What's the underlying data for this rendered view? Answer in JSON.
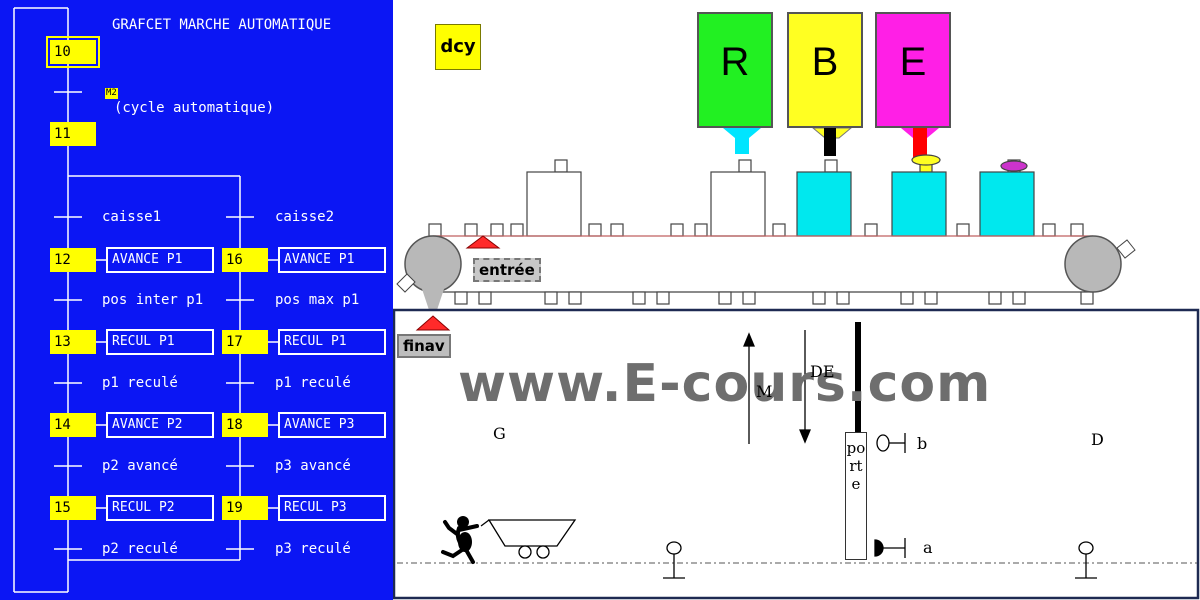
{
  "grafcet": {
    "title": "GRAFCET MARCHE AUTOMATIQUE",
    "initial_step": "10",
    "transition_0": {
      "tag": "M2",
      "label": "(cycle automatique)"
    },
    "step_11": "11",
    "branch_left": {
      "first_condition": "caisse1",
      "rows": [
        {
          "step": "12",
          "action": "AVANCE P1",
          "condition": "pos inter p1"
        },
        {
          "step": "13",
          "action": "RECUL P1",
          "condition": "p1 reculé"
        },
        {
          "step": "14",
          "action": "AVANCE P2",
          "condition": "p2 avancé"
        },
        {
          "step": "15",
          "action": "RECUL P2",
          "condition": "p2 reculé"
        }
      ]
    },
    "branch_right": {
      "first_condition": "caisse2",
      "rows": [
        {
          "step": "16",
          "action": "AVANCE P1",
          "condition": "pos max p1"
        },
        {
          "step": "17",
          "action": "RECUL P1",
          "condition": "p1 reculé"
        },
        {
          "step": "18",
          "action": "AVANCE P3",
          "condition": "p3 avancé"
        },
        {
          "step": "19",
          "action": "RECUL P3",
          "condition": "p3 reculé"
        }
      ]
    },
    "colors": {
      "background": "#0b16f4",
      "step": "#ffff00",
      "lines": "#ffffff"
    }
  },
  "conveyor": {
    "dcy_label": "dcy",
    "hoppers": [
      {
        "letter": "R",
        "color": "#22f022",
        "nozzle": "#00e5ff"
      },
      {
        "letter": "B",
        "color": "#ffff22",
        "nozzle": "#000000"
      },
      {
        "letter": "E",
        "color": "#ff1fe6",
        "nozzle": "#ff0000"
      }
    ],
    "entree_label": "entrée",
    "finav_label": "finav",
    "box_colors": [
      "#ffffff",
      "#ffffff",
      "#00e8ee",
      "#00e8ee",
      "#00e8ee"
    ]
  },
  "door_panel": {
    "watermark": "www.E-cours.com",
    "label_g": "G",
    "label_d": "D",
    "label_m": "M",
    "label_de": "DE",
    "label_b": "b",
    "label_a": "a",
    "door_label": "porte"
  }
}
